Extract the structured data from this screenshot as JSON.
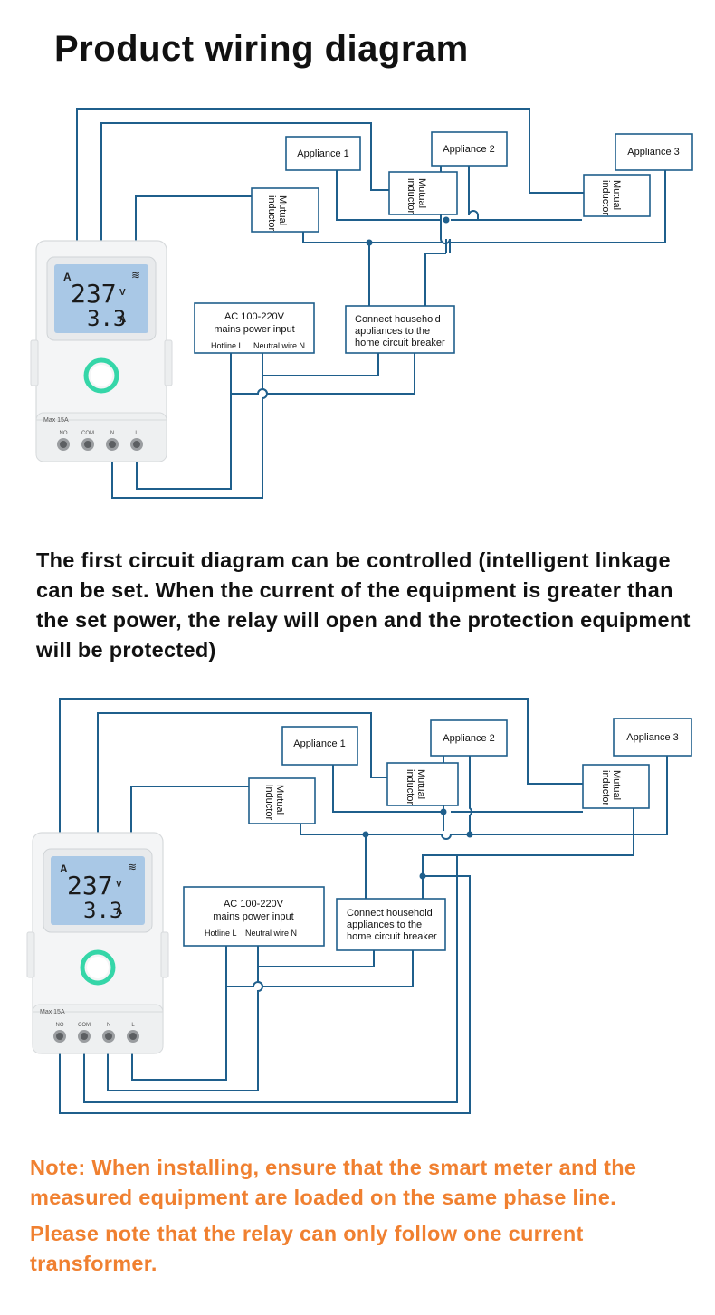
{
  "title": "Product wiring diagram",
  "description_paragraph": "The first circuit diagram can be controlled (intelligent linkage can be set. When the current of the equipment is greater than the set power, the relay will open and the protection equipment will be protected)",
  "note_1": "Note: When installing, ensure that the smart meter and the measured equipment are loaded on the same phase line.",
  "note_2": "Please note that the relay can only follow one current transformer.",
  "diagram_labels": {
    "appliance_1": "Appliance 1",
    "appliance_2": "Appliance 2",
    "appliance_3": "Appliance 3",
    "mutual_inductor_line1": "Mutual",
    "mutual_inductor_line2": "inductor",
    "ac_power_line1": "AC 100-220V",
    "ac_power_line2": "mains power input",
    "hotline": "Hotline L",
    "neutral": "Neutral wire N",
    "household_line1": "Connect household",
    "household_line2": "appliances to the",
    "household_line3": "home circuit breaker"
  },
  "device": {
    "display_voltage": "237",
    "voltage_unit": "V",
    "display_current": "3.3",
    "current_unit": "A",
    "display_mode": "A",
    "max_rating": "Max 15A",
    "terminals": [
      "NO",
      "COM",
      "N",
      "L"
    ]
  },
  "colors": {
    "wire": "#1f5f8c",
    "note": "#f08030",
    "lcd": "#a9c8e6",
    "ring": "#35d6a8"
  }
}
